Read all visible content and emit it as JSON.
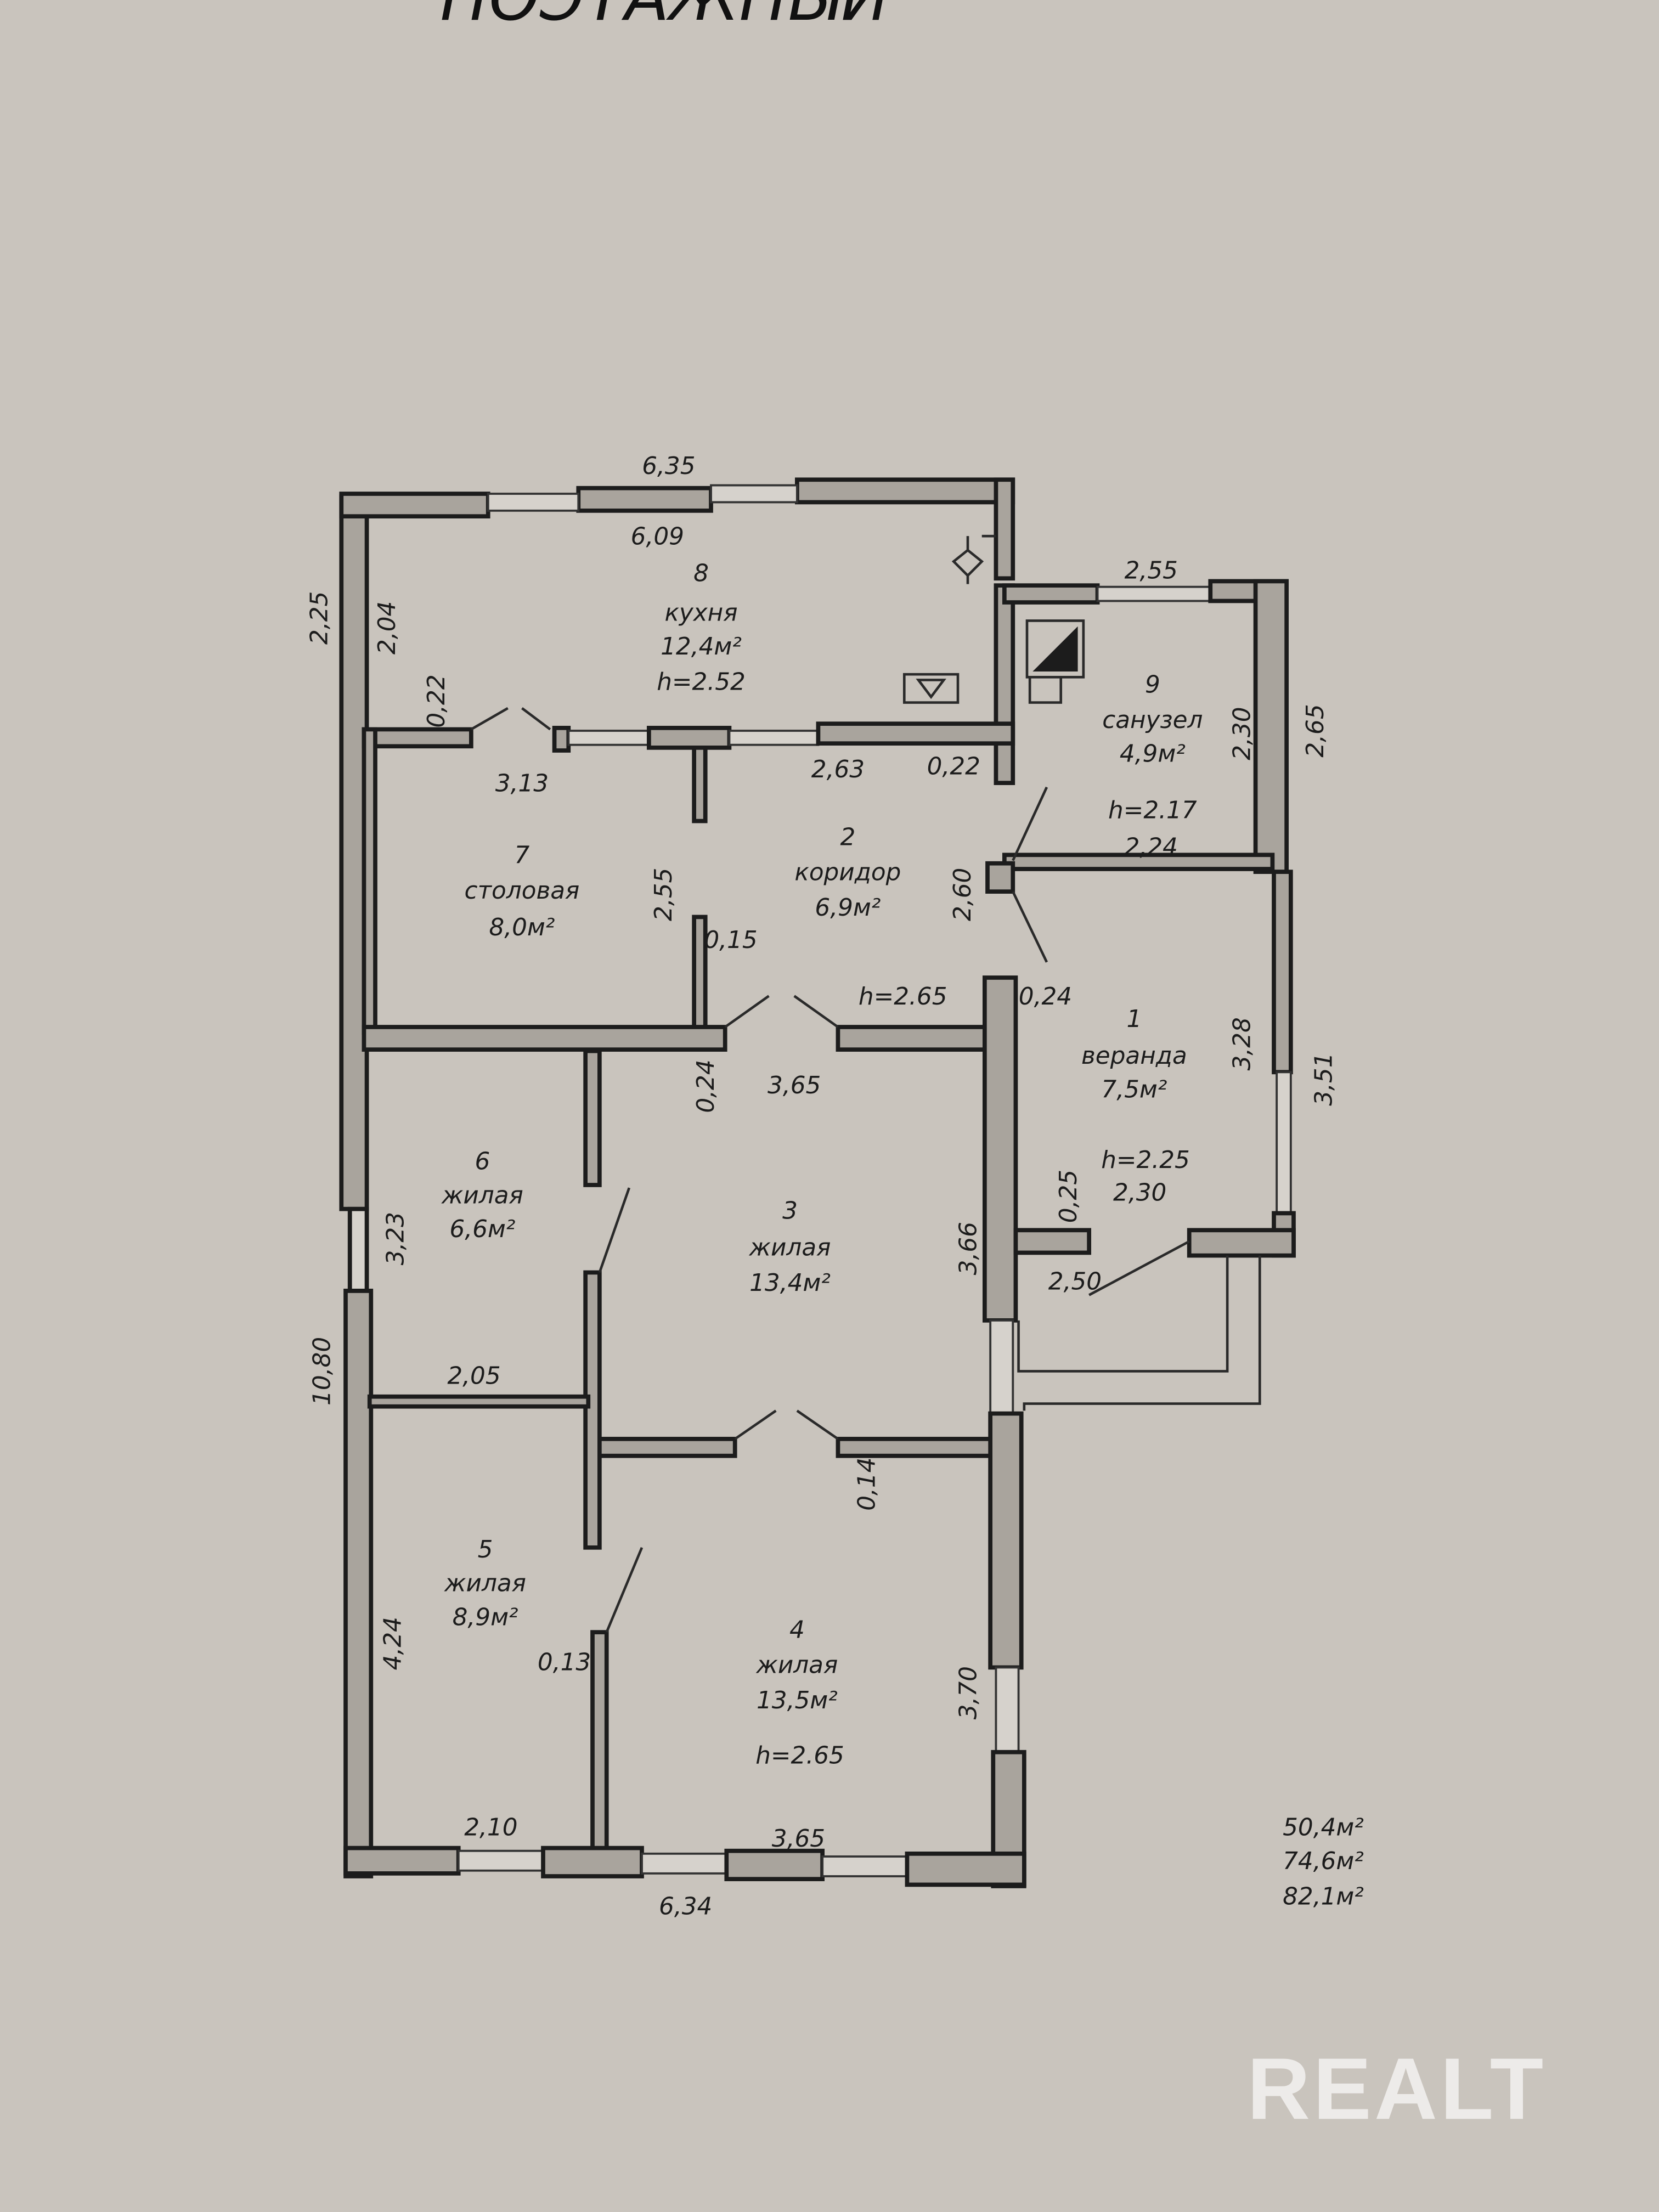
{
  "title": "ПОЭТАЖНЫЙ",
  "rooms": [
    {
      "num": "8",
      "name": "кухня",
      "area": "12,4м²",
      "h": "h=2.52"
    },
    {
      "num": "9",
      "name": "санузел",
      "area": "4,9м²",
      "h": "h=2.17"
    },
    {
      "num": "7",
      "name": "столовая",
      "area": "8,0м²"
    },
    {
      "num": "2",
      "name": "коридор",
      "area": "6,9м²",
      "h": "h=2.65"
    },
    {
      "num": "1",
      "name": "веранда",
      "area": "7,5м²",
      "h": "h=2.25"
    },
    {
      "num": "6",
      "name": "жилая",
      "area": "6,6м²"
    },
    {
      "num": "3",
      "name": "жилая",
      "area": "13,4м²"
    },
    {
      "num": "5",
      "name": "жилая",
      "area": "8,9м²"
    },
    {
      "num": "4",
      "name": "жилая",
      "area": "13,5м²",
      "h": "h=2.65"
    }
  ],
  "dims": [
    "6,35",
    "6,09",
    "2,25",
    "2,04",
    "0,22",
    "3,13",
    "2,63",
    "0,22",
    "2,55",
    "2,30",
    "2,65",
    "2,24",
    "2,55",
    "0,15",
    "2,60",
    "0,24",
    "3,28",
    "3,51",
    "0,24",
    "3,65",
    "0,25",
    "2,30",
    "3,66",
    "2,50",
    "3,23",
    "10,80",
    "2,05",
    "0,14",
    "4,24",
    "0,13",
    "3,70",
    "2,10",
    "3,65",
    "6,34"
  ],
  "totals": [
    "50,4м²",
    "74,6м²",
    "82,1м²"
  ],
  "watermark": "REALT"
}
